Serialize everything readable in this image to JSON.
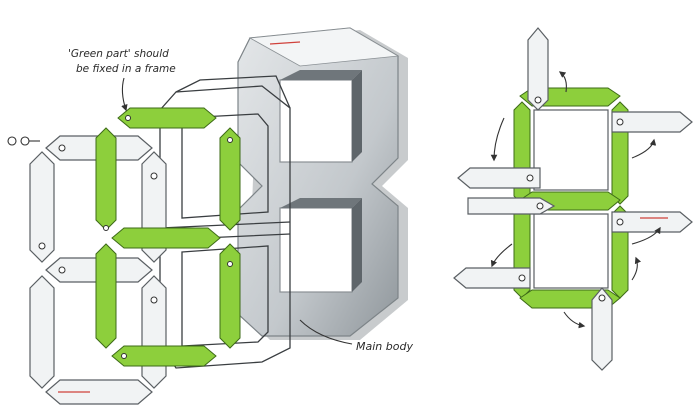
{
  "annotations": {
    "green_part_line1": "'Green part' should",
    "green_part_line2": "be fixed in a frame",
    "main_body": "Main body"
  },
  "colors": {
    "green": "#8dcf3c",
    "segment_white": "#f1f3f4",
    "segment_stroke": "#5a5f63",
    "body_grey": "#b9bec2",
    "body_dark": "#6f767b",
    "pen": "#333333"
  }
}
